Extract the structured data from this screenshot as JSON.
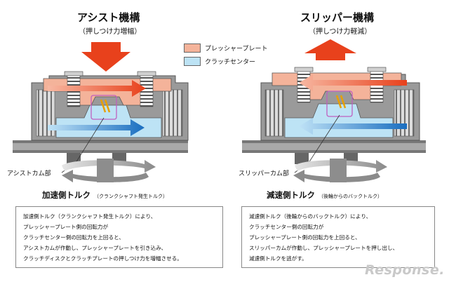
{
  "left": {
    "title": "アシスト機構",
    "subtitle": "（押しつけ力増幅）",
    "callout": "アシストカム部",
    "torque_label": "加速側トルク",
    "torque_note": "（クランクシャフト発生トルク）",
    "description": [
      "加速側トルク（クランクシャフト発生トルク）により、",
      "プレッシャープレート側の回転力が",
      "クラッチセンター側の回転力を上回ると、",
      "アシストカムが作動し、プレッシャープレートを引き込み、",
      "クラッチディスクとクラッチプレートの押しつけ力を増幅させる。"
    ]
  },
  "right": {
    "title": "スリッパー機構",
    "subtitle": "（押しつけ力軽減）",
    "callout": "スリッパーカム部",
    "torque_label": "減速側トルク",
    "torque_note": "（後輪からのバックトルク）",
    "description": [
      "減速側トルク（後輪からのバックトルク）により、",
      "クラッチセンター側の回転力が",
      "プレッシャープレート側の回転力を上回ると、",
      "スリッパーカムが作動し、プレッシャープレートを押し出し、",
      "減速側トルクを逃がす。"
    ]
  },
  "legend": [
    {
      "label": "プレッシャープレート",
      "color": "#f4b39a"
    },
    {
      "label": "クラッチセンター",
      "color": "#bde3f5"
    }
  ],
  "colors": {
    "arrow_red": "#e8411c",
    "arrow_blue": "#1a6ec0",
    "housing_gray": "#8a8a8a",
    "pressure_plate": "#f4b39a",
    "clutch_center": "#bde3f5"
  },
  "watermark": "Response."
}
